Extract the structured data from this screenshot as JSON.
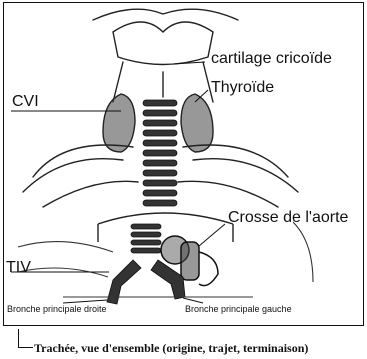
{
  "labels": {
    "cartilage": "cartilage cricoïde",
    "thyroide": "Thyroïde",
    "cvi": "CVI",
    "crosse": "Crosse de l'aorte",
    "tiv": "TIV",
    "bronche_droite": "Bronche principale droite",
    "bronche_gauche": "Bronche principale gauche"
  },
  "caption": "Trachée, vue d'ensemble (origine, trajet, terminaison)"
}
